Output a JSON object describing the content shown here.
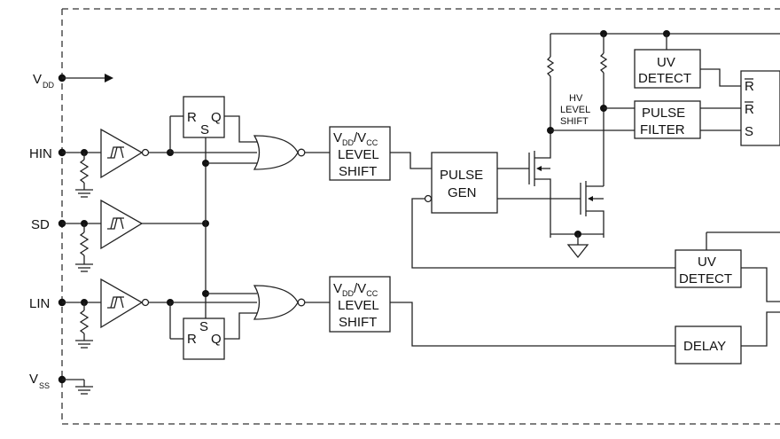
{
  "pins": {
    "vdd": "V",
    "vdd_sub": "DD",
    "hin": "HIN",
    "sd": "SD",
    "lin": "LIN",
    "vss": "V",
    "vss_sub": "SS"
  },
  "latch_top": {
    "r": "R",
    "s": "S",
    "q": "Q"
  },
  "latch_bottom": {
    "r": "R",
    "s": "S",
    "q": "Q"
  },
  "level_shift_top": {
    "v1": "V",
    "v1_sub": "DD",
    "slash": "/V",
    "v2_sub": "CC",
    "line2": "LEVEL",
    "line3": "SHIFT"
  },
  "level_shift_bottom": {
    "v1": "V",
    "v1_sub": "DD",
    "slash": "/V",
    "v2_sub": "CC",
    "line2": "LEVEL",
    "line3": "SHIFT"
  },
  "pulse_gen": {
    "line1": "PULSE",
    "line2": "GEN"
  },
  "hv_level_shift": {
    "line1": "HV",
    "line2": "LEVEL",
    "line3": "SHIFT"
  },
  "uv_detect_top": {
    "line1": "UV",
    "line2": "DETECT"
  },
  "pulse_filter": {
    "line1": "PULSE",
    "line2": "FILTER"
  },
  "uv_detect_bottom": {
    "line1": "UV",
    "line2": "DETECT"
  },
  "delay": {
    "label": "DELAY"
  },
  "output_latch": {
    "r_bar_1": "R",
    "r_bar_2": "R",
    "s": "S"
  }
}
